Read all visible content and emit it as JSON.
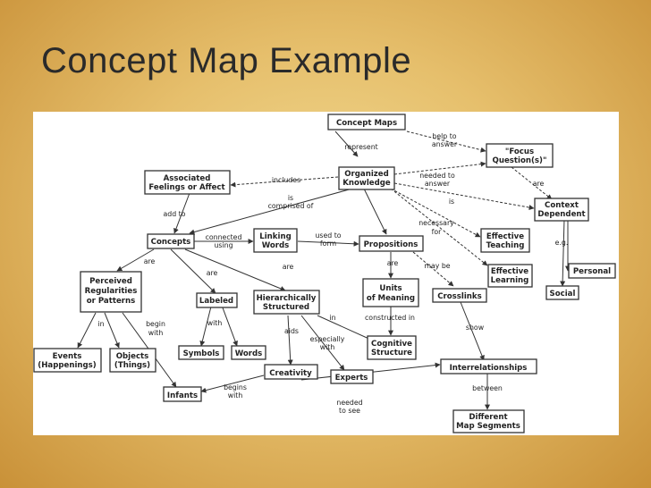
{
  "slide": {
    "title": "Concept Map Example"
  },
  "nodes": {
    "concept_maps": "Concept Maps",
    "focus_1": "\"Focus",
    "focus_2": "Question(s)\"",
    "organized_1": "Organized",
    "organized_2": "Knowledge",
    "assoc_1": "Associated",
    "assoc_2": "Feelings or Affect",
    "context_1": "Context",
    "context_2": "Dependent",
    "concepts": "Concepts",
    "linking_1": "Linking",
    "linking_2": "Words",
    "propositions": "Propositions",
    "eff_teach_1": "Effective",
    "eff_teach_2": "Teaching",
    "eff_learn_1": "Effective",
    "eff_learn_2": "Learning",
    "personal": "Personal",
    "social": "Social",
    "perceived_1": "Perceived",
    "perceived_2": "Regularities",
    "perceived_3": "or Patterns",
    "labeled": "Labeled",
    "hier_1": "Hierarchically",
    "hier_2": "Structured",
    "units_1": "Units",
    "units_2": "of Meaning",
    "crosslinks": "Crosslinks",
    "cognitive_1": "Cognitive",
    "cognitive_2": "Structure",
    "events_1": "Events",
    "events_2": "(Happenings)",
    "objects_1": "Objects",
    "objects_2": "(Things)",
    "symbols": "Symbols",
    "words": "Words",
    "creativity": "Creativity",
    "experts": "Experts",
    "interrelationships": "Interrelationships",
    "infants": "Infants",
    "different_1": "Different",
    "different_2": "Map Segments"
  },
  "links": {
    "represent": "represent",
    "help_to": "help to",
    "answer": "answer",
    "includes": "includes",
    "needed_to": "needed to",
    "answer2": "answer",
    "is": "is",
    "are_ctx": "are",
    "is_comprised": "is",
    "comprised_of": "comprised of",
    "necessary": "necessary",
    "for": "for",
    "add_to": "add to",
    "connected": "connected",
    "using": "using",
    "used_to": "used to",
    "form": "form",
    "eg": "e.g.",
    "are_1": "are",
    "are_2": "are",
    "are_3": "are",
    "are_4": "are",
    "may_be": "may be",
    "in_1": "in",
    "begin": "begin",
    "with_1": "with",
    "with_2": "with",
    "in_2": "in",
    "constructed_in": "constructed in",
    "show": "show",
    "aids": "aids",
    "especially": "especially",
    "with_3": "with",
    "begins": "begins",
    "with_4": "with",
    "needed": "needed",
    "to_see": "to see",
    "between": "between"
  }
}
